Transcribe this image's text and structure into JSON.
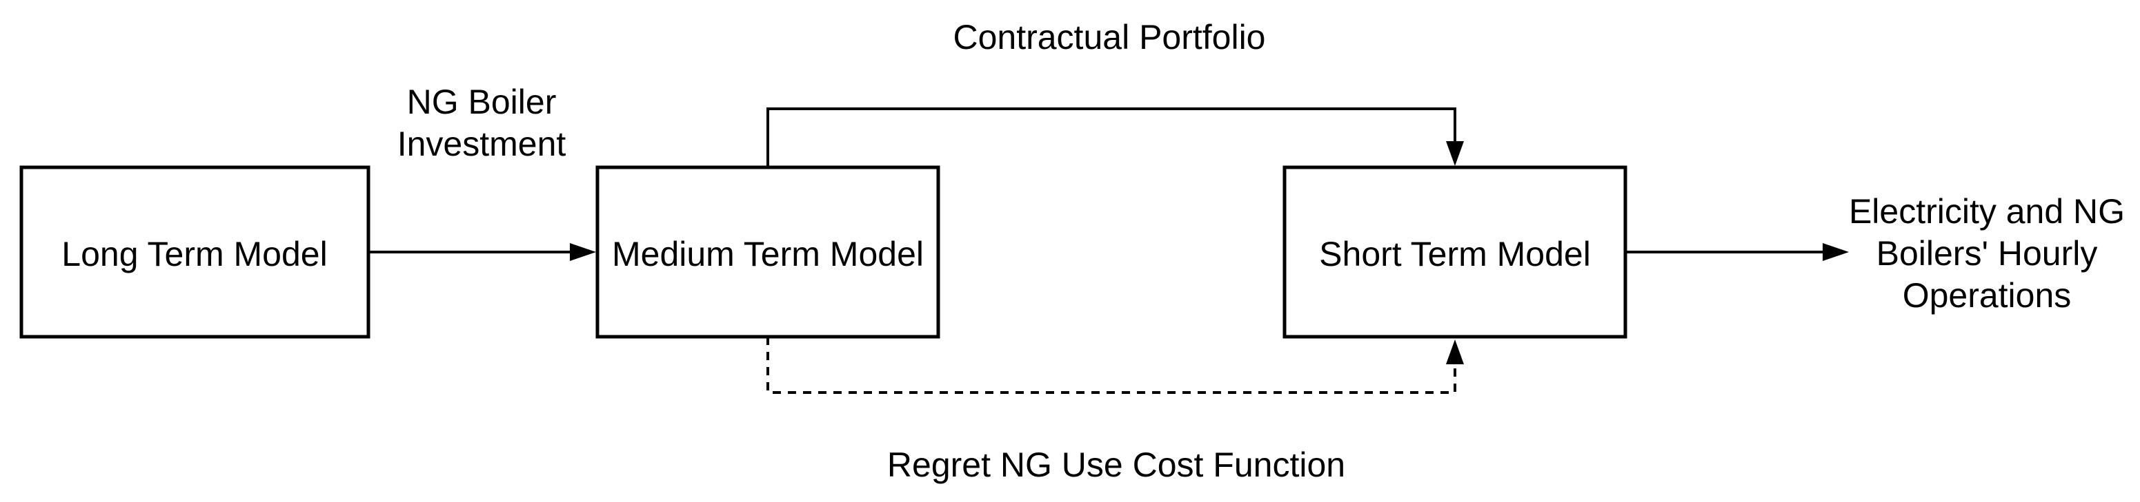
{
  "diagram": {
    "type": "flowchart",
    "background_color": "#ffffff",
    "line_color": "#000000",
    "text_color": "#000000",
    "nodes": [
      {
        "id": "long-term-model",
        "label": "Long Term Model"
      },
      {
        "id": "medium-term-model",
        "label": "Medium Term Model"
      },
      {
        "id": "short-term-model",
        "label": "Short Term Model"
      }
    ],
    "edges": [
      {
        "id": "ng-boiler-investment",
        "from": "long-term-model",
        "to": "medium-term-model",
        "style": "solid",
        "label_lines": [
          "NG Boiler",
          "Investment"
        ]
      },
      {
        "id": "contractual-portfolio",
        "from": "medium-term-model",
        "to": "short-term-model",
        "style": "solid",
        "label_lines": [
          "Contractual Portfolio"
        ]
      },
      {
        "id": "regret-ng-use-cost-function",
        "from": "medium-term-model",
        "to": "short-term-model",
        "style": "dashed",
        "label_lines": [
          "Regret NG Use Cost Function"
        ]
      },
      {
        "id": "hourly-operations-output",
        "from": "short-term-model",
        "to": "output-label",
        "style": "solid",
        "label_lines": [
          "Electricity and NG",
          "Boilers' Hourly",
          "Operations"
        ]
      }
    ]
  }
}
